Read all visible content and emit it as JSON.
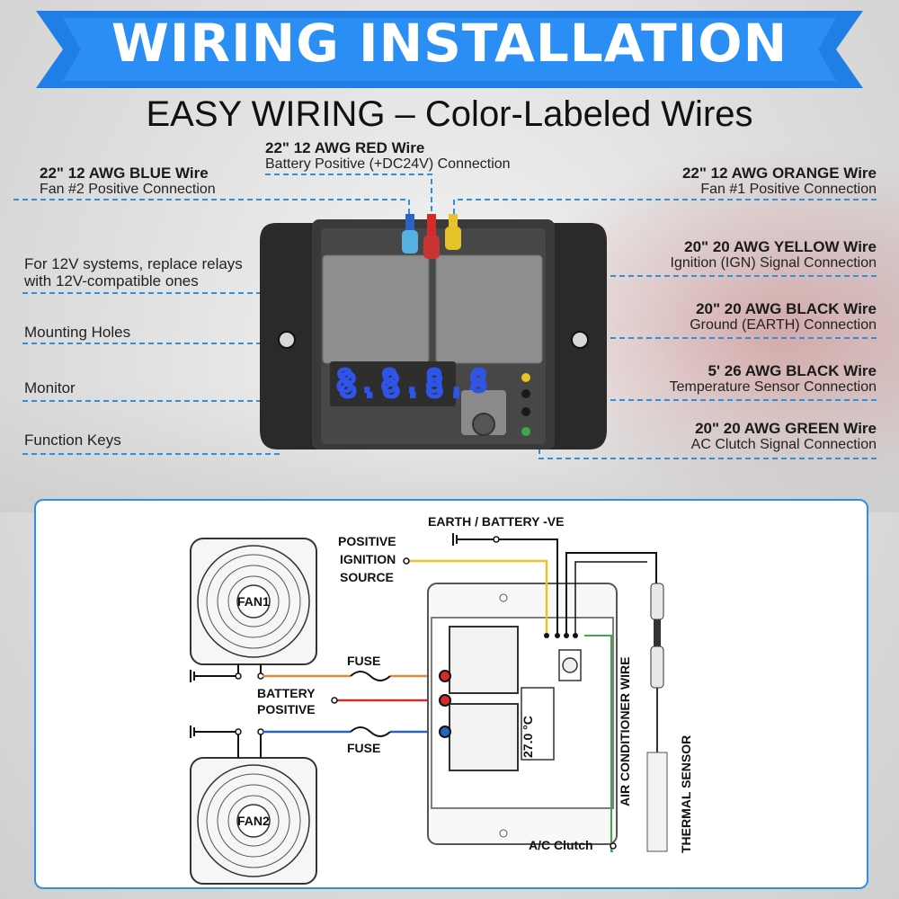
{
  "banner": {
    "title": "WIRING INSTALLATION",
    "color": "#1f7fe6"
  },
  "subtitle": "EASY WIRING – Color-Labeled Wires",
  "callouts": {
    "red": {
      "title": "22\" 12 AWG RED Wire",
      "desc": "Battery Positive (+DC24V) Connection"
    },
    "blue": {
      "title": "22\" 12 AWG BLUE Wire",
      "desc": "Fan #2 Positive Connection"
    },
    "orange": {
      "title": "22\" 12 AWG ORANGE Wire",
      "desc": "Fan #1 Positive Connection"
    },
    "yellow": {
      "title": "20\" 20 AWG YELLOW Wire",
      "desc": "Ignition (IGN) Signal Connection"
    },
    "black_ground": {
      "title": "20\" 20 AWG BLACK Wire",
      "desc": "Ground (EARTH) Connection"
    },
    "black_temp": {
      "title": "5' 26 AWG BLACK Wire",
      "desc": "Temperature Sensor Connection"
    },
    "green": {
      "title": "20\" 20 AWG GREEN Wire",
      "desc": "AC Clutch Signal Connection"
    }
  },
  "left_labels": {
    "relays_line1": "For 12V systems, replace relays",
    "relays_line2": "with 12V-compatible ones",
    "mounting": "Mounting Holes",
    "monitor": "Monitor",
    "keys": "Function Keys"
  },
  "device": {
    "display": "8.8.8.8"
  },
  "diagram": {
    "earth": "EARTH / BATTERY -VE",
    "positive1": "POSITIVE",
    "positive2": "IGNITION",
    "positive3": "SOURCE",
    "fan1": "FAN1",
    "fan2": "FAN2",
    "fuse_top": "FUSE",
    "fuse_bottom": "FUSE",
    "battery1": "BATTERY",
    "battery2": "POSITIVE",
    "ac_wire": "AIR CONDITIONER WIRE",
    "thermal": "THERMAL SENSOR",
    "ac_clutch": "A/C Clutch",
    "display": "27.0 °C"
  },
  "colors": {
    "red": "#d42a2a",
    "blue": "#2a63c4",
    "orange": "#e08a3a",
    "yellow": "#e8c228",
    "green": "#3fa64a",
    "callout_line": "#2f8fe0"
  }
}
